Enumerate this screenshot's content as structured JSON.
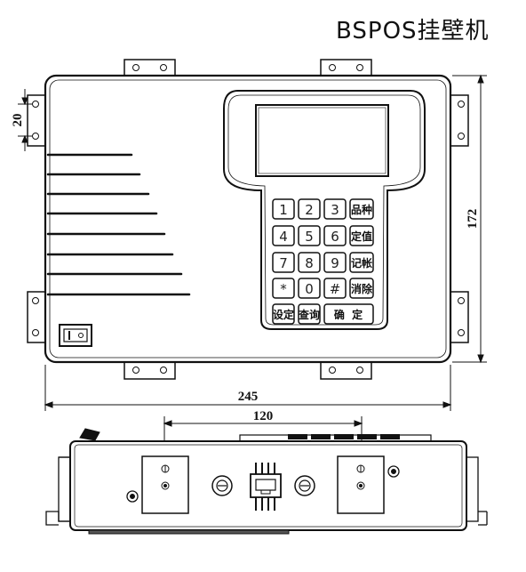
{
  "title": "BSPOS挂壁机",
  "dimensions": {
    "hole_spacing": "20",
    "height": "172",
    "width": "245",
    "bottom_spacing": "120"
  },
  "keypad": {
    "rows": [
      [
        "1",
        "2",
        "3",
        "品种"
      ],
      [
        "4",
        "5",
        "6",
        "定值"
      ],
      [
        "7",
        "8",
        "9",
        "记帐"
      ],
      [
        "*",
        "0",
        "#",
        "消除"
      ]
    ],
    "bottom": [
      "设定",
      "查询",
      "确  定"
    ]
  }
}
